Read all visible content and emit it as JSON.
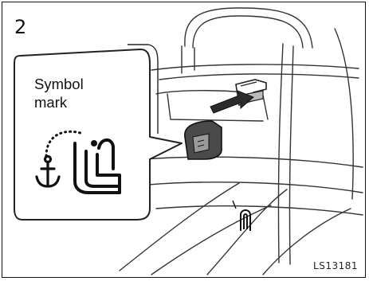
{
  "figure": {
    "step_number": "2",
    "callout": {
      "line1": "Symbol",
      "line2": "mark"
    },
    "figure_code": "LS13181"
  },
  "icons": {
    "anchor_symbol": "anchor-icon",
    "child_seat_symbol": "child-seat-icon",
    "anchor_bracket": "anchor-bracket-icon",
    "seat_belt_buckle": "buckle-icon"
  },
  "colors": {
    "line": "#222222",
    "callout_fill": "#ffffff",
    "bracket_fill": "#555555"
  }
}
